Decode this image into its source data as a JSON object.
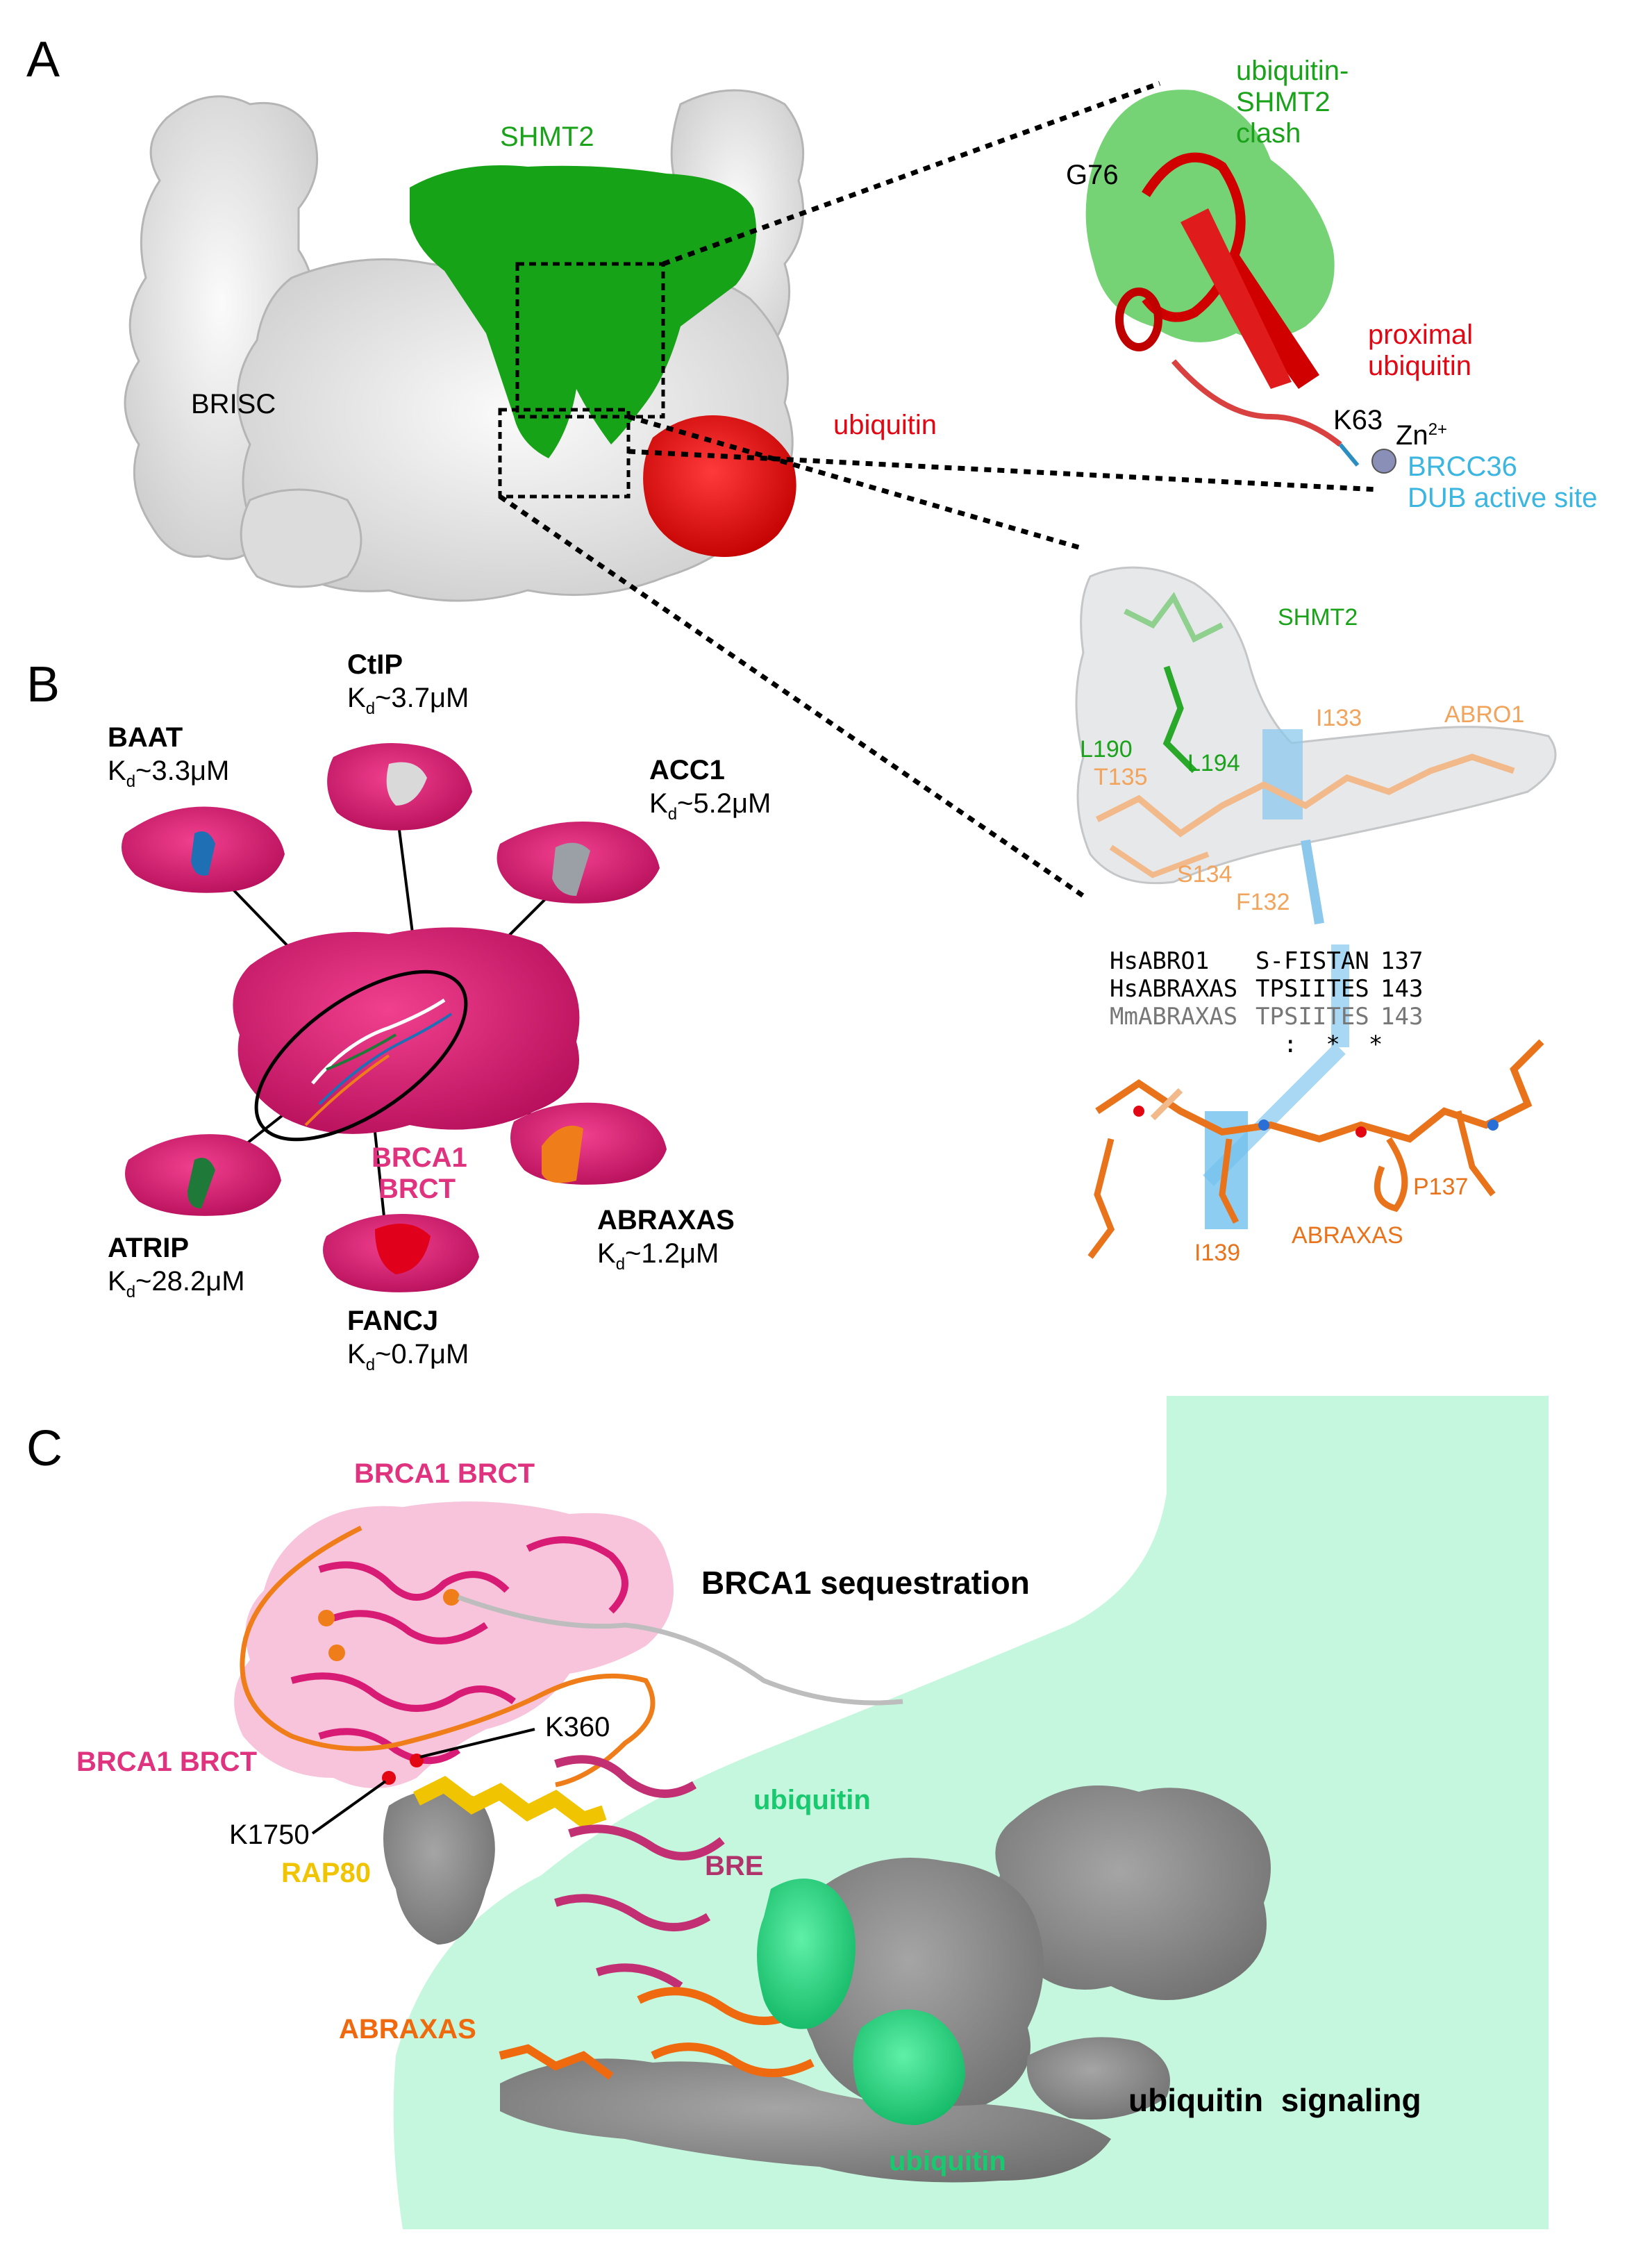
{
  "panelA": {
    "letter": "A",
    "shmt2": "SHMT2",
    "brisc": "BRISC",
    "ubiquitin": "ubiquitin",
    "clash_line1": "ubiquitin-",
    "clash_line2": "SHMT2",
    "clash_line3": "clash",
    "g76": "G76",
    "proximal_line1": "proximal",
    "proximal_line2": "ubiquitin",
    "k63": "K63",
    "zn": "Zn",
    "zn_sup": "2+",
    "brcc36_line1": "BRCC36",
    "brcc36_line2": "DUB active site",
    "detail_shmt2": "SHMT2",
    "l190": "L190",
    "l194": "L194",
    "i133": "I133",
    "abro1": "ABRO1",
    "t135": "T135",
    "s134": "S134",
    "f132": "F132",
    "alignment": [
      {
        "name": "HsABRO1",
        "seq": "S-FISTAN",
        "num": "137"
      },
      {
        "name": "HsABRAXAS",
        "seq": "TPSIITES",
        "num": "143"
      },
      {
        "name": "MmABRAXAS",
        "seq": "TPSIITES",
        "num": "143"
      }
    ],
    "conservation": ":  *  *",
    "p137": "P137",
    "abraxas": "ABRAXAS",
    "i139": "I139"
  },
  "panelB": {
    "letter": "B",
    "center_line1": "BRCA1",
    "center_line2": "BRCT",
    "kd_symbol": "K",
    "kd_sub": "d",
    "partners": [
      {
        "name": "CtIP",
        "kd": "~3.7μM",
        "color": "#c7c7c7"
      },
      {
        "name": "BAAT",
        "kd": "~3.3μM",
        "color": "#1f6fb5"
      },
      {
        "name": "ACC1",
        "kd": "~5.2μM",
        "color": "#9aa0a6"
      },
      {
        "name": "ATRIP",
        "kd": "~28.2μM",
        "color": "#1f7a3a"
      },
      {
        "name": "FANCJ",
        "kd": "~0.7μM",
        "color": "#e0001b"
      },
      {
        "name": "ABRAXAS",
        "kd": "~1.2μM",
        "color": "#ef7d1a"
      }
    ]
  },
  "panelC": {
    "letter": "C",
    "brca1_brct_top": "BRCA1 BRCT",
    "sequestration": "BRCA1 sequestration",
    "k360": "K360",
    "brca1_brct_left": "BRCA1 BRCT",
    "k1750": "K1750",
    "rap80": "RAP80",
    "ubiquitin_top": "ubiquitin",
    "bre": "BRE",
    "abraxas": "ABRAXAS",
    "ubiquitin_bottom": "ubiquitin",
    "signaling": "ubiquitin  signaling"
  },
  "colors": {
    "shmt2_green": "#1aa21a",
    "ubiquitin_red": "#e30613",
    "brcc36_cyan": "#3bb6e0",
    "abro1_orange": "#f2a35c",
    "abraxas_orange": "#e8731b",
    "brca1_pink": "#d81b74",
    "rap80_yellow": "#f0c400",
    "bre_magenta": "#b0336b",
    "ub_green": "#19d57a",
    "signaling_bg": "#c4f7dd",
    "grey_surface": "#8c8c8c"
  }
}
